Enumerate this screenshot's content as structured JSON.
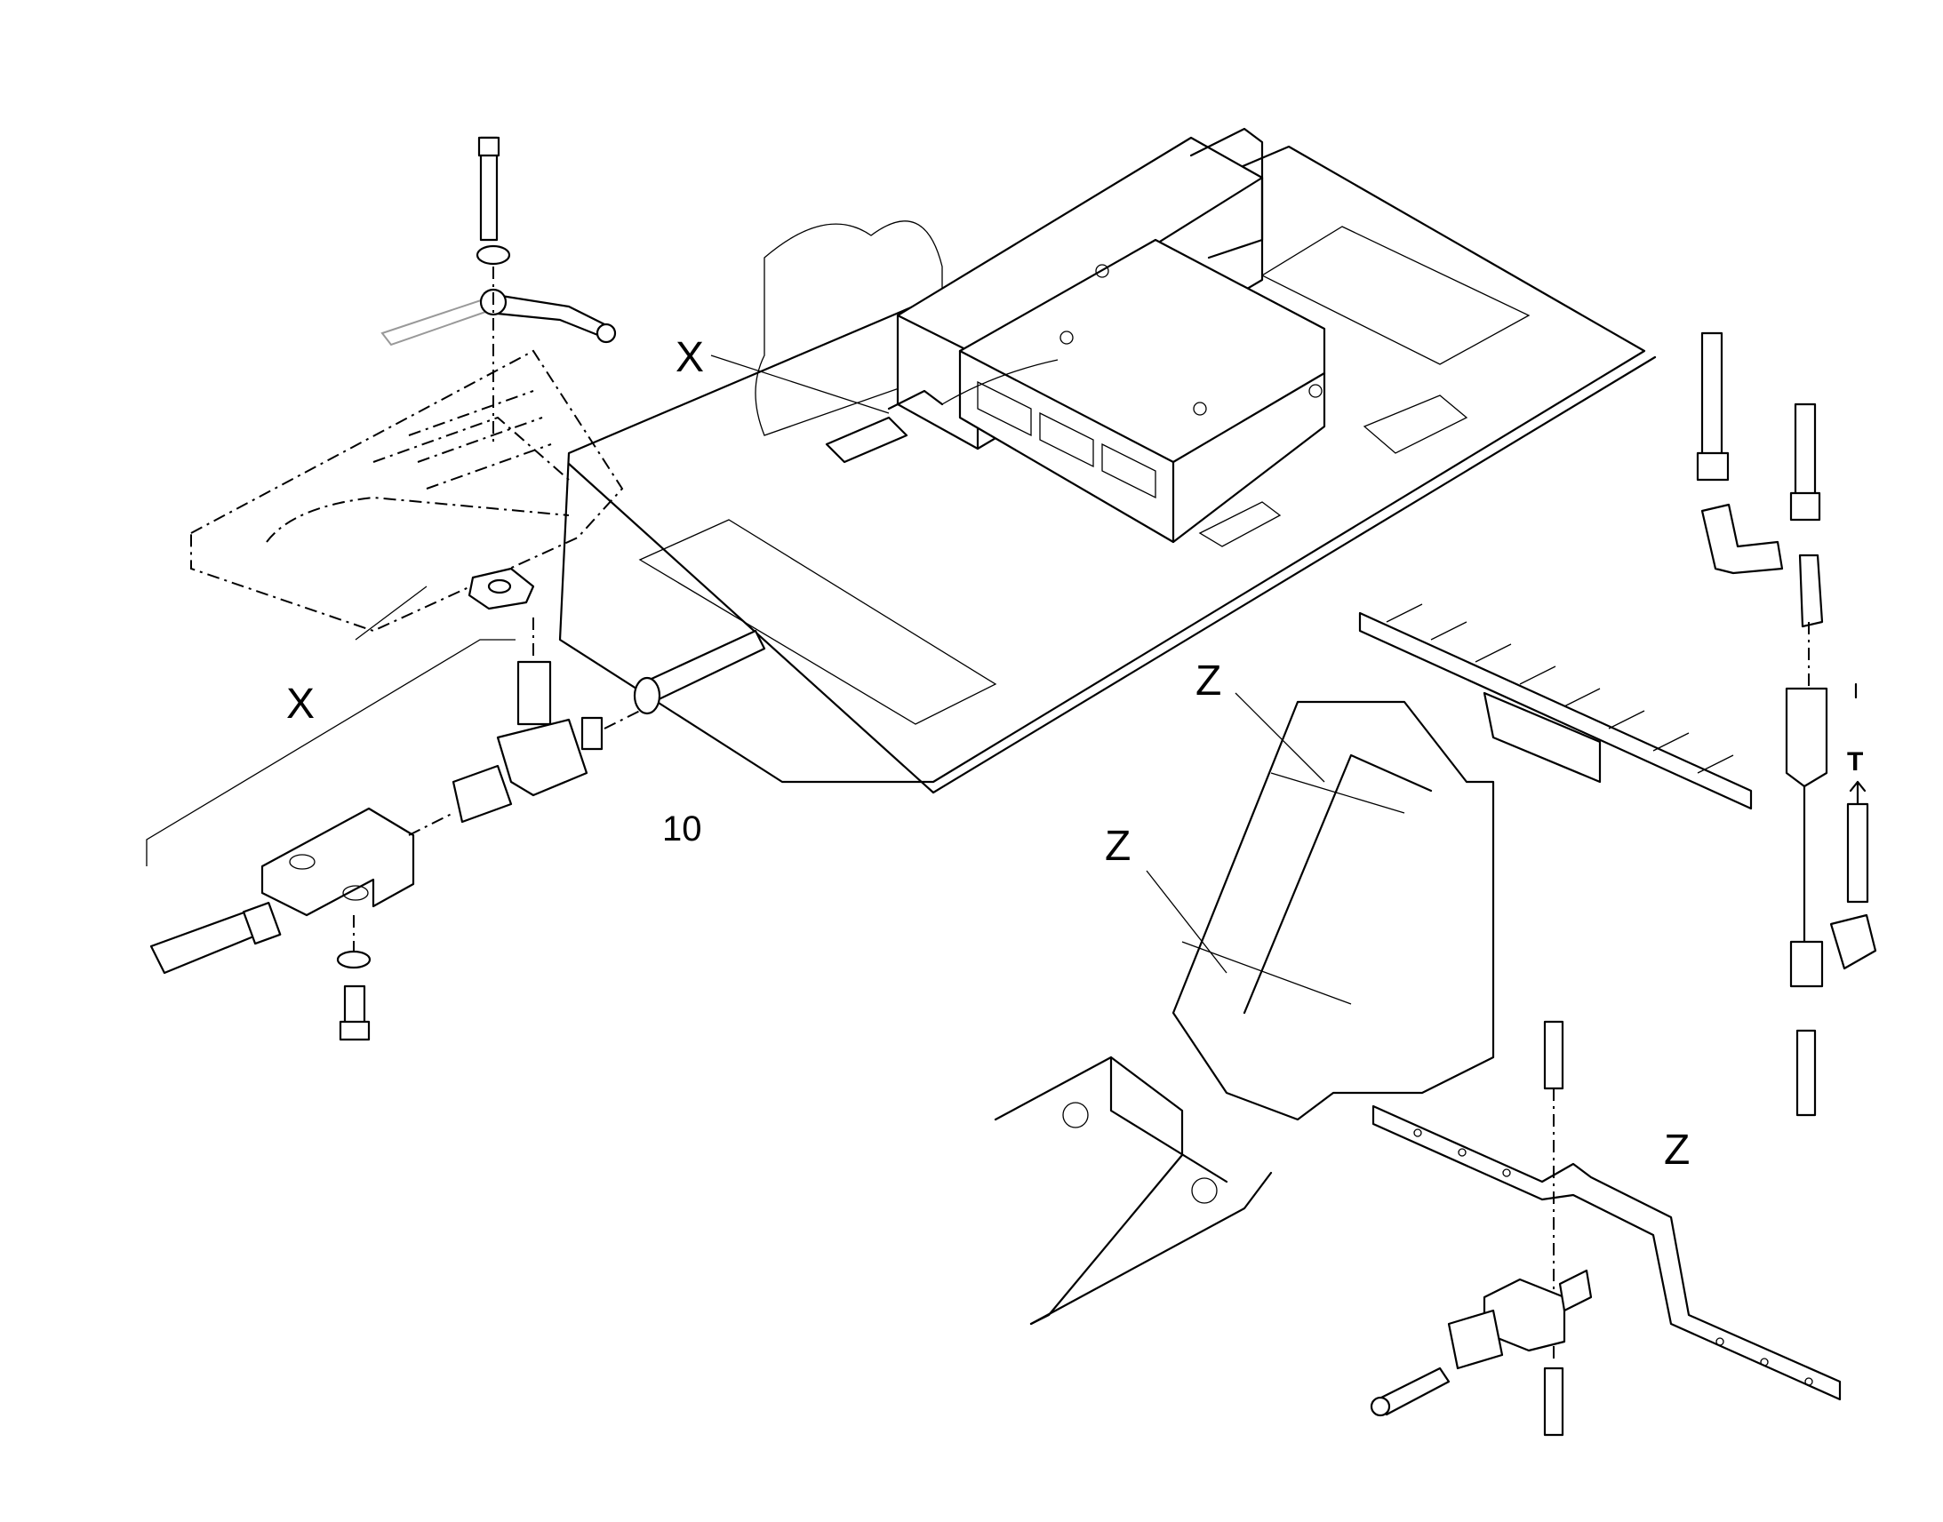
{
  "labels": {
    "x_top": "X",
    "x_left": "X",
    "item_number": "10",
    "z_upper": "Z",
    "z_lower": "Z",
    "z_right": "Z",
    "t_arrow": "T"
  }
}
